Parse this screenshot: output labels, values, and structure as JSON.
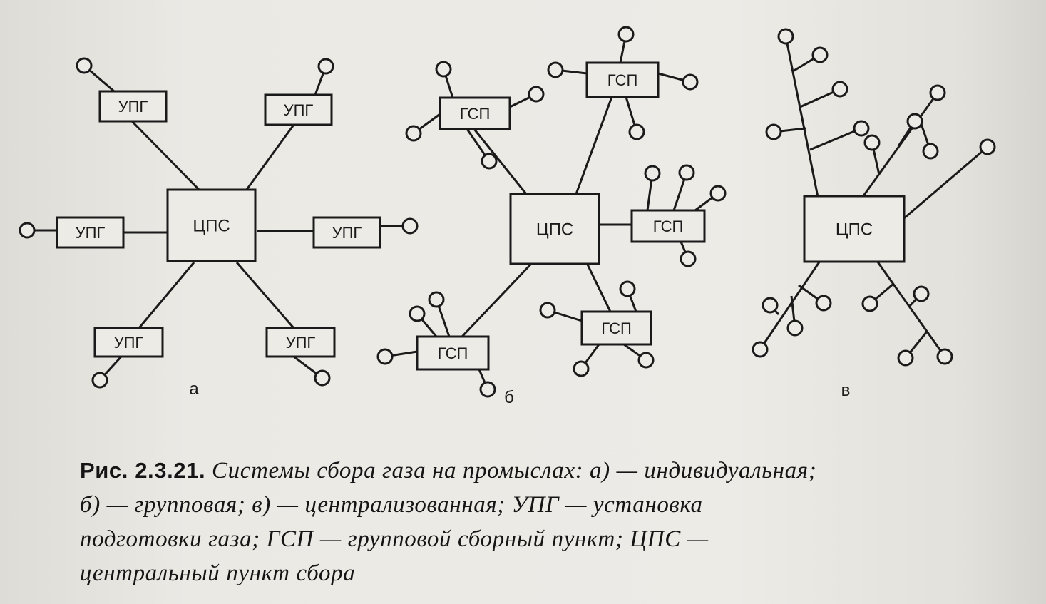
{
  "diagram": {
    "panel_a": {
      "label": "а",
      "center": "ЦПС",
      "units": [
        "УПГ",
        "УПГ",
        "УПГ",
        "УПГ",
        "УПГ",
        "УПГ"
      ]
    },
    "panel_b": {
      "label": "б",
      "center": "ЦПС",
      "units": [
        "ГСП",
        "ГСП",
        "ГСП",
        "ГСП",
        "ГСП"
      ]
    },
    "panel_c": {
      "label": "в",
      "center": "ЦПС"
    }
  },
  "caption": {
    "number": "Рис. 2.3.21.",
    "line1": " Системы сбора газа на промыслах: а) — индивидуальная;",
    "line2": "б) — групповая; в) — централизованная; УПГ — установка",
    "line3": "подготовки газа; ГСП — групповой сборный пункт; ЦПС —",
    "line4": "центральный пункт сбора"
  },
  "colors": {
    "ink": "#1a1a1a",
    "paper": "#ecebe6"
  }
}
